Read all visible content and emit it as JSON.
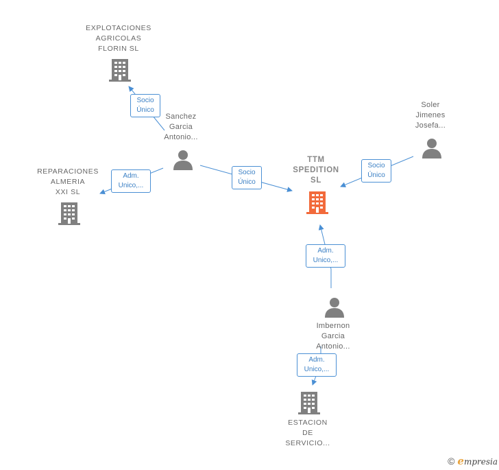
{
  "nodes": {
    "explotaciones": {
      "label": "EXPLOTACIONES\nAGRICOLAS\nFLORIN  SL"
    },
    "reparaciones": {
      "label": "REPARACIONES\nALMERIA\nXXI  SL"
    },
    "ttm": {
      "label": "TTM\nSPEDITION\nSL"
    },
    "estacion": {
      "label": "ESTACION\nDE\nSERVICIO..."
    },
    "sanchez": {
      "label": "Sanchez\nGarcia\nAntonio..."
    },
    "soler": {
      "label": "Soler\nJimenes\nJosefa..."
    },
    "imbernon": {
      "label": "Imbernon\nGarcia\nAntonio..."
    }
  },
  "edges": {
    "sanchez_explotaciones": "Socio\nÚnico",
    "sanchez_reparaciones": "Adm.\nUnico,...",
    "sanchez_ttm": "Socio\nÚnico",
    "soler_ttm": "Socio\nÚnico",
    "imbernon_ttm": "Adm.\nUnico,...",
    "imbernon_estacion": "Adm.\nUnico,..."
  },
  "colors": {
    "edge": "#4a8fd4",
    "company": "#808080",
    "main_company": "#f26a3b",
    "person": "#808080"
  },
  "footer": {
    "copyright": "©",
    "brand_initial": "e",
    "brand_rest": "mpresia"
  }
}
